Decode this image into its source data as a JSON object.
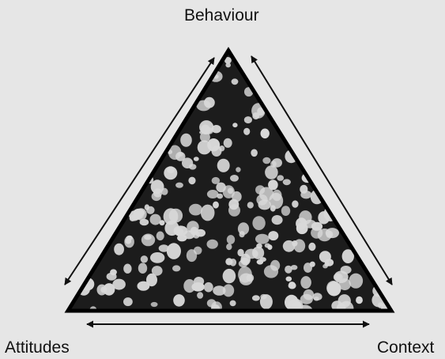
{
  "diagram": {
    "nodes": [
      {
        "id": "behaviour",
        "label": "Behaviour"
      },
      {
        "id": "attitudes",
        "label": "Attitudes"
      },
      {
        "id": "context",
        "label": "Context"
      }
    ],
    "edges": [
      {
        "from": "attitudes",
        "to": "behaviour",
        "direction": "both"
      },
      {
        "from": "behaviour",
        "to": "context",
        "direction": "both"
      },
      {
        "from": "attitudes",
        "to": "context",
        "direction": "both"
      }
    ],
    "colors": {
      "background": "#e6e6e6",
      "triangle_fill": "#1c1c1c",
      "triangle_outline": "#000000",
      "spots": "#d9d9d9",
      "arrow": "#111111",
      "text": "#111111"
    }
  }
}
